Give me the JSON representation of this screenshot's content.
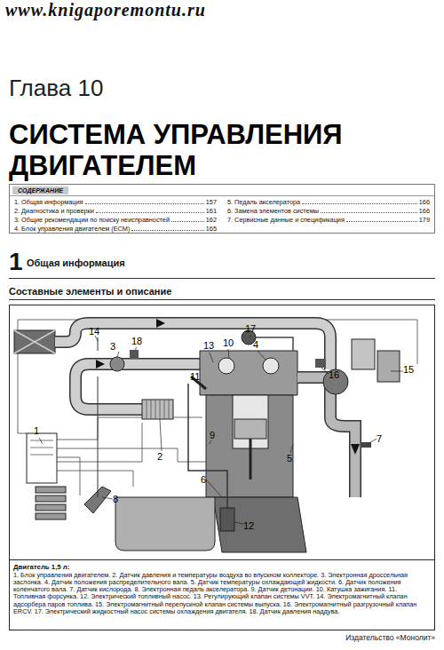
{
  "diagram": {
    "title": "СИСТЕМА УПРАВЛЕНИЯ ДВИГАТЕЛЕМ",
    "nodes": [
      {
        "text": [
          "СОДЕРЖАНИЕ",
          "1. Общая информация",
          "157",
          "2. Диагностика и проверки",
          "161",
          "3. Общие рекомендации по поиску неисправностей",
          "162",
          "4. Блок управления двигателем (ECM)",
          "165",
          "5. Педаль акселератора",
          "166",
          "6. Замена элементов системы",
          "166",
          "7. Сервисные данные и спецификация",
          "179"
        ]
      },
      {
        "text": [
          "Двигатель 1,5 л:",
          "1. Блок управления двигателем. 2. Датчик давления и температуры воздуха во впускном коллекторе. 3. Электронная дроссельная заслонка. 4. Датчик положения распределительного вала. 5. Датчик температуры охлаждающей жидкости. 6. Датчик положения коленчатого вала. 7. Датчик кислорода. 8. Электронная педаль акселератора. 9. Датчик детонации. 10. Катушка зажигания. 11. Топливная форсунка. 12. Электрический топливный насос. 13. Регулирующий клапан системы VVT. 14. Электромагнитный клапан адсорбера паров топлива. 15. Электромагнитный перепускной клапан системы выпуска. 16. Электромагнитный разгрузочный клапан ERCV. 17. Электрический жидкостный насос системы охлаждения двигателя. 18. Датчик давления наддува."
        ]
      }
    ],
    "labels": [
      "www.knigaporemontu.ru",
      "Глава 10",
      "1",
      "Общая информация",
      "Составные элементы и описание",
      "14",
      "17",
      "18",
      "3",
      "13",
      "10",
      "4",
      "15",
      "16",
      "11",
      "1",
      "9",
      "2",
      "5",
      "7",
      "6",
      "8",
      "12",
      "Издательство «Монолит»"
    ]
  }
}
